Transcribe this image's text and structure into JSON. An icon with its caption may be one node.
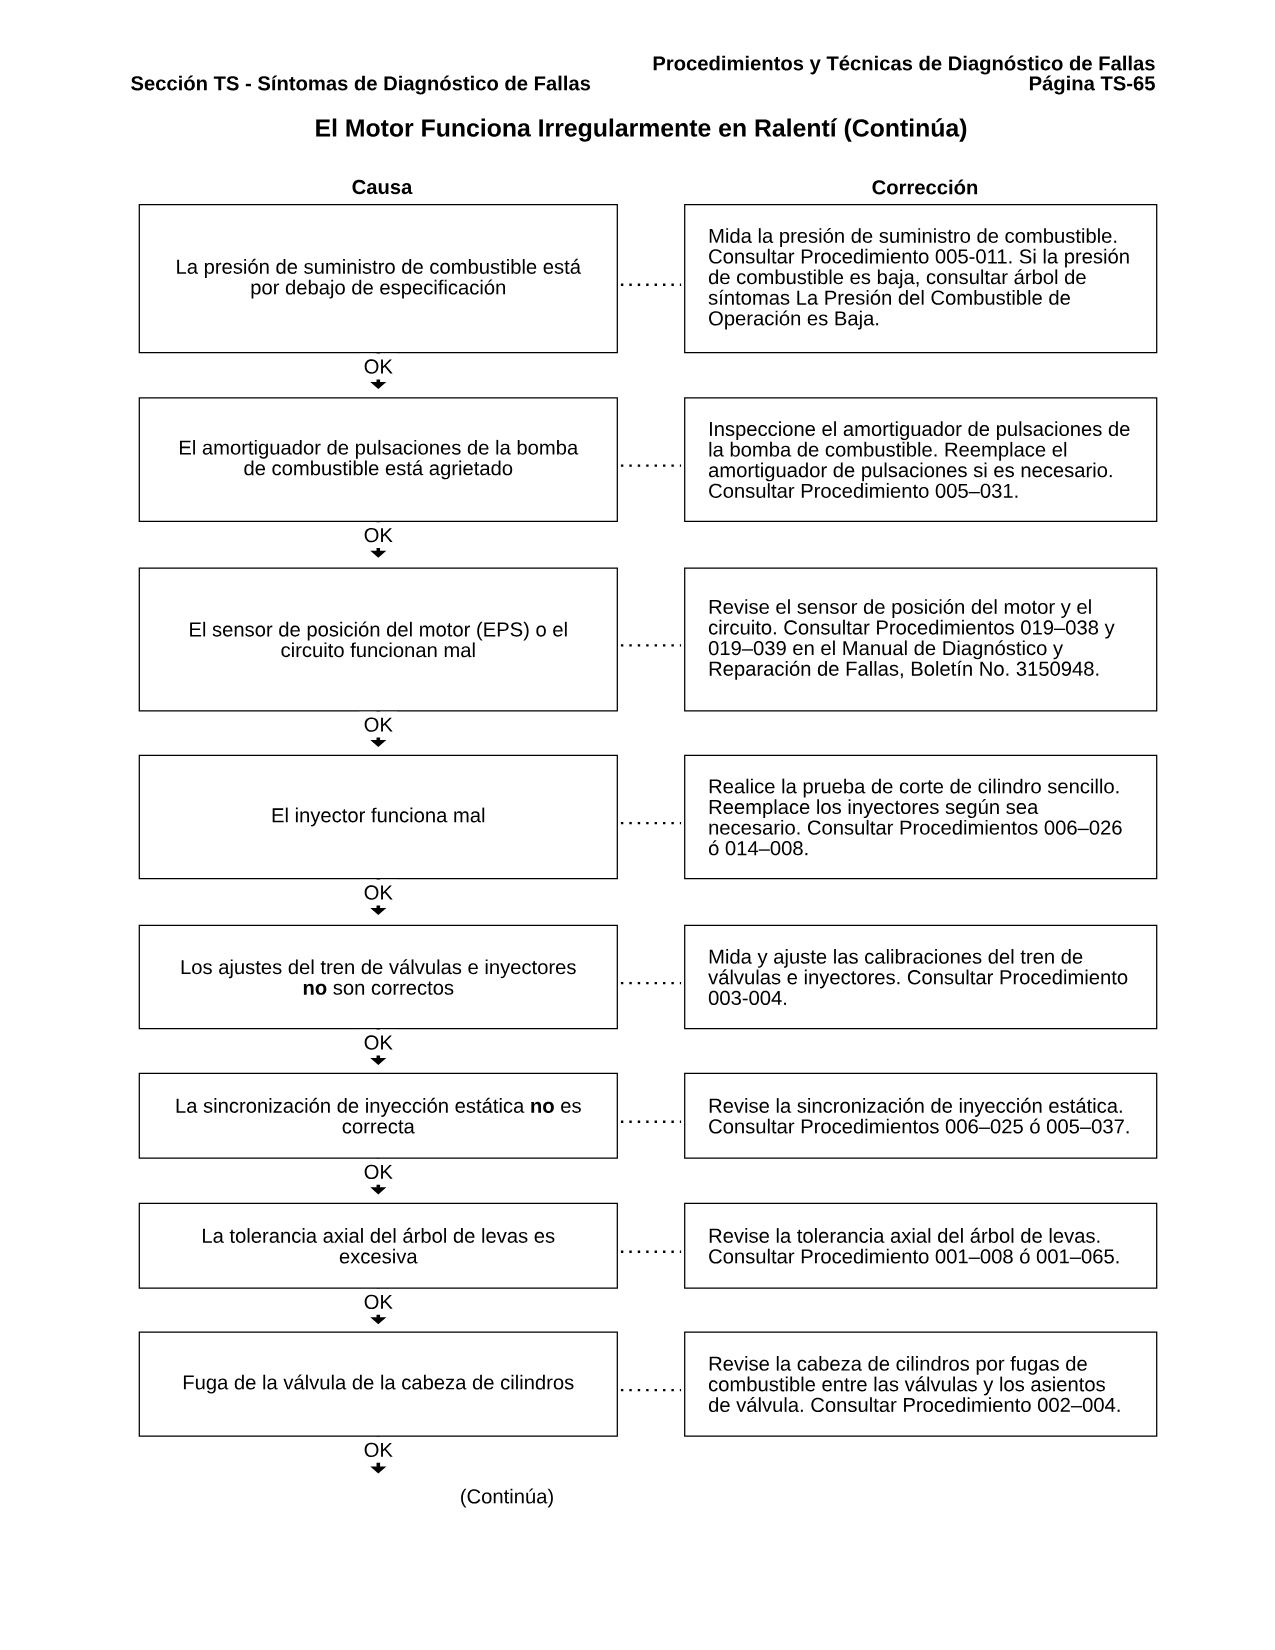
{
  "diagram": {
    "title": "El Motor Funciona Irregularmente en Ralentí (Continúa)",
    "nodes": [
      {
        "text": [
          "La presión de suministro de combustible está por debajo de especificación"
        ]
      },
      {
        "text": [
          "Mida la presión de suministro de combustible. Consultar Procedimiento 005-011. Si la presión de combustible es baja, consultar árbol de síntomas La Presión del Combustible de Operación es Baja."
        ]
      },
      {
        "text": [
          "El amortiguador de pulsaciones de la bomba de combustible está agrietado"
        ]
      },
      {
        "text": [
          "Inspeccione el amortiguador de pulsaciones de la bomba de combustible. Reemplace el amortiguador de pulsaciones si es necesario. Consultar Procedimiento 005–031."
        ]
      },
      {
        "text": [
          "El sensor de posición del motor (EPS) o el circuito funcionan mal"
        ]
      },
      {
        "text": [
          "Revise el sensor de posición del motor y el circuito. Consultar Procedimientos 019–038 y 019–039 en el Manual de Diagnóstico y Reparación de Fallas, Boletín No. 3150948."
        ]
      },
      {
        "text": [
          "El inyector funciona mal"
        ]
      },
      {
        "text": [
          "Realice la prueba de corte de cilindro sencillo. Reemplace los inyectores según sea necesario. Consultar Procedimientos 006–026 ó 014–008."
        ]
      },
      {
        "text": [
          "Los ajustes del tren de válvulas e inyectores **no** son correctos"
        ]
      },
      {
        "text": [
          "Mida y ajuste las calibraciones del tren de válvulas e inyectores. Consultar Procedimiento 003-004."
        ]
      },
      {
        "text": [
          "La sincronización de inyección estática **no** es correcta"
        ]
      },
      {
        "text": [
          "Revise la sincronización de inyección estática. Consultar Procedimientos 006–025 ó 005–037."
        ]
      },
      {
        "text": [
          "La tolerancia axial del árbol de levas es excesiva"
        ]
      },
      {
        "text": [
          "Revise la tolerancia axial del árbol de levas. Consultar Procedimiento 001–008 ó 001–065."
        ]
      },
      {
        "text": [
          "Fuga de la válvula de la cabeza de cilindros"
        ]
      },
      {
        "text": [
          "Revise la cabeza de cilindros por fugas de combustible entre las válvulas y los asientos de válvula. Consultar Procedimiento 002–004."
        ]
      }
    ],
    "edges": [
      {
        "from": 0,
        "to": 1,
        "arrow": "none",
        "style": "dashed"
      },
      {
        "from": 0,
        "to": 2,
        "arrow": "to",
        "label": "OK"
      },
      {
        "from": 2,
        "to": 3,
        "arrow": "none",
        "style": "dashed"
      },
      {
        "from": 2,
        "to": 4,
        "arrow": "to",
        "label": "OK"
      },
      {
        "from": 4,
        "to": 5,
        "arrow": "none",
        "style": "dashed"
      },
      {
        "from": 4,
        "to": 6,
        "arrow": "to",
        "label": "OK"
      },
      {
        "from": 6,
        "to": 7,
        "arrow": "none",
        "style": "dashed"
      },
      {
        "from": 6,
        "to": 8,
        "arrow": "to",
        "label": "OK"
      },
      {
        "from": 8,
        "to": 9,
        "arrow": "none",
        "style": "dashed"
      },
      {
        "from": 8,
        "to": 10,
        "arrow": "to",
        "label": "OK"
      },
      {
        "from": 10,
        "to": 11,
        "arrow": "none",
        "style": "dashed"
      },
      {
        "from": 10,
        "to": 12,
        "arrow": "to",
        "label": "OK"
      },
      {
        "from": 12,
        "to": 13,
        "arrow": "none",
        "style": "dashed"
      },
      {
        "from": 12,
        "to": 14,
        "arrow": "to",
        "label": "OK"
      },
      {
        "from": 14,
        "to": 15,
        "arrow": "none",
        "style": "dashed"
      },
      {
        "from": 14,
        "to": null,
        "arrow": "to",
        "label": "OK"
      }
    ],
    "labels": [
      "Procedimientos y Técnicas de Diagnóstico de Fallas",
      "Sección TS - Síntomas de Diagnóstico de Fallas",
      "Página TS-65",
      "Causa",
      "Corrección",
      "(Continúa)"
    ]
  }
}
